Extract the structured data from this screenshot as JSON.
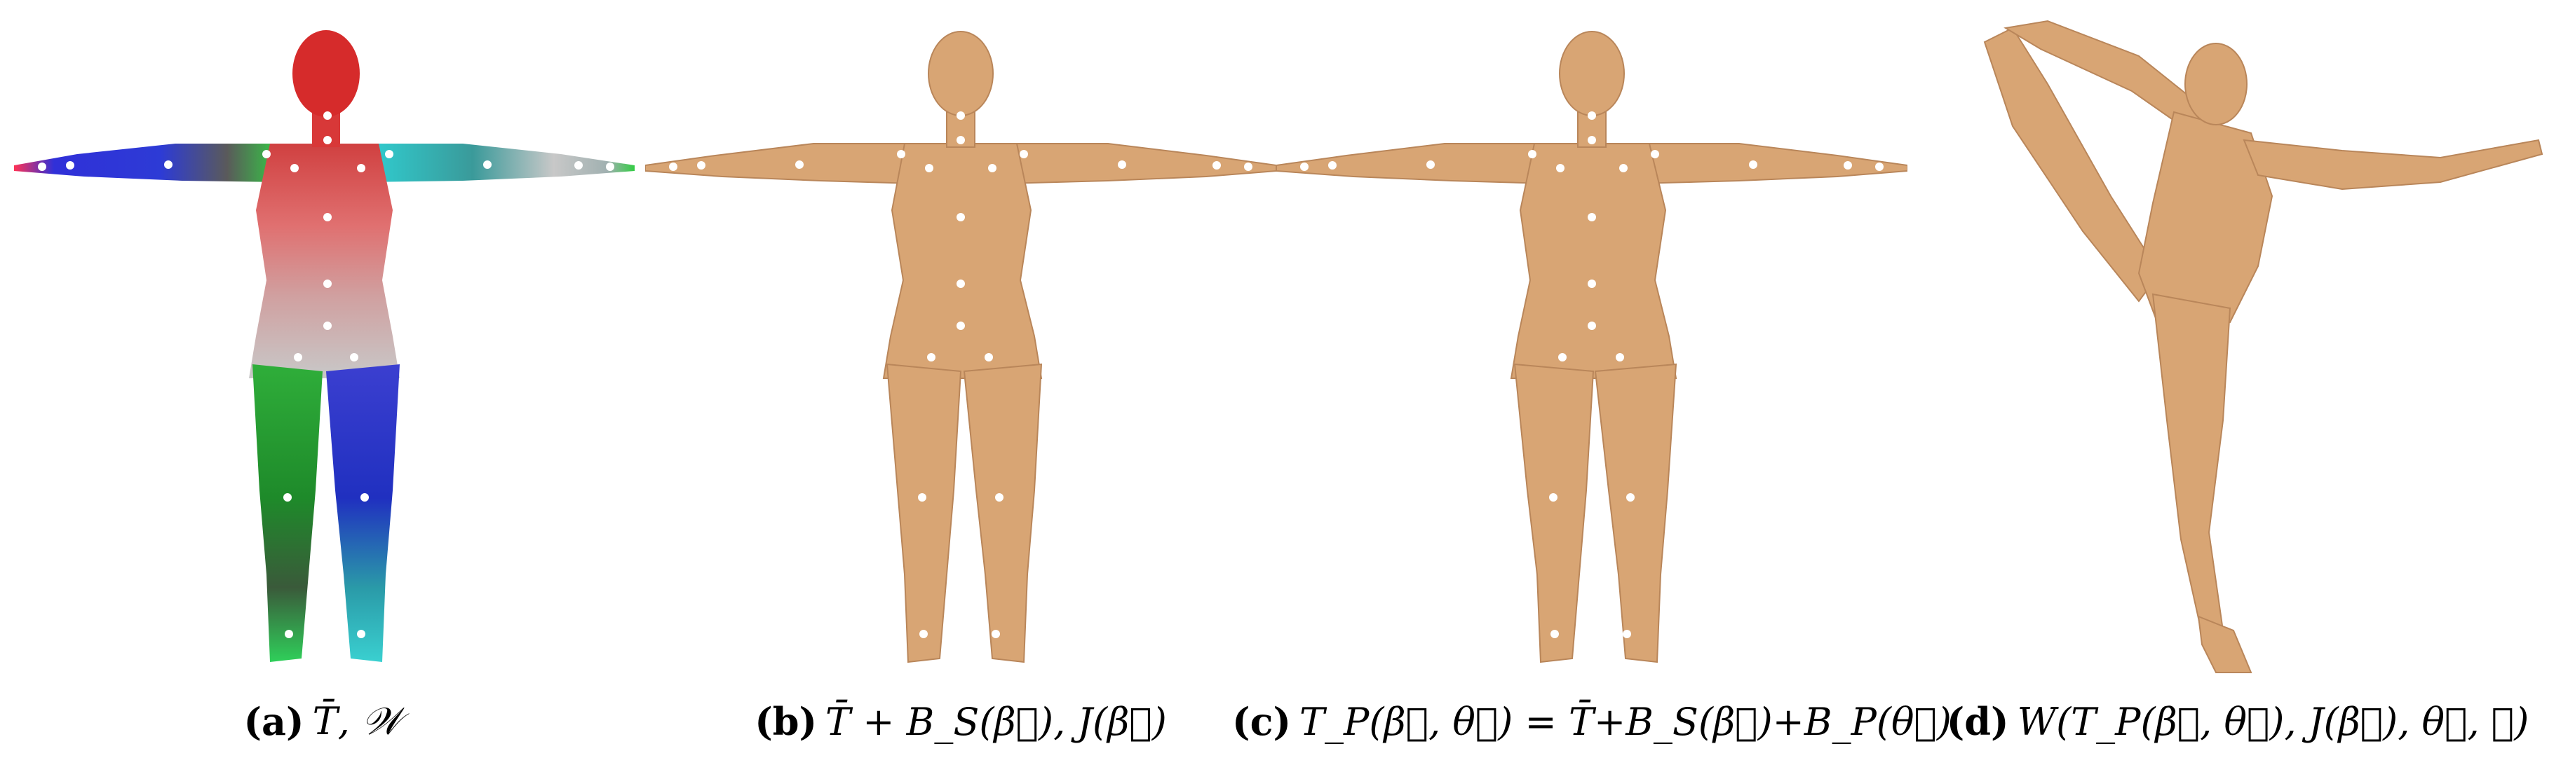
{
  "figure": {
    "panels": [
      {
        "id": "a",
        "label": "(a)",
        "formula": "T̄, 𝒲",
        "colors": {
          "head": "#d62b2b",
          "torso": "#e05a5a",
          "left_arm": "#2e3bd6",
          "right_arm": "#3aa3a3",
          "left_leg": "#2ea63a",
          "right_leg": "#2f3bd0",
          "hand_green": "#2fd04a"
        }
      },
      {
        "id": "b",
        "label": "(b)",
        "formula": "T̄ + B_S(β⃗), J(β⃗)",
        "colors": {
          "skin": "#d8a574",
          "skin_dark": "#b9865a"
        }
      },
      {
        "id": "c",
        "label": "(c)",
        "formula": "T_P(β⃗, θ⃗) = T̄+B_S(β⃗)+B_P(θ⃗)",
        "colors": {
          "skin": "#d8a574",
          "skin_dark": "#b9865a"
        }
      },
      {
        "id": "d",
        "label": "(d)",
        "formula": "W(T_P(β⃗, θ⃗), J(β⃗), θ⃗, 𝒲)",
        "colors": {
          "skin": "#d8a574",
          "skin_dark": "#b9865a"
        }
      }
    ],
    "joint_color": "#ffffff"
  }
}
